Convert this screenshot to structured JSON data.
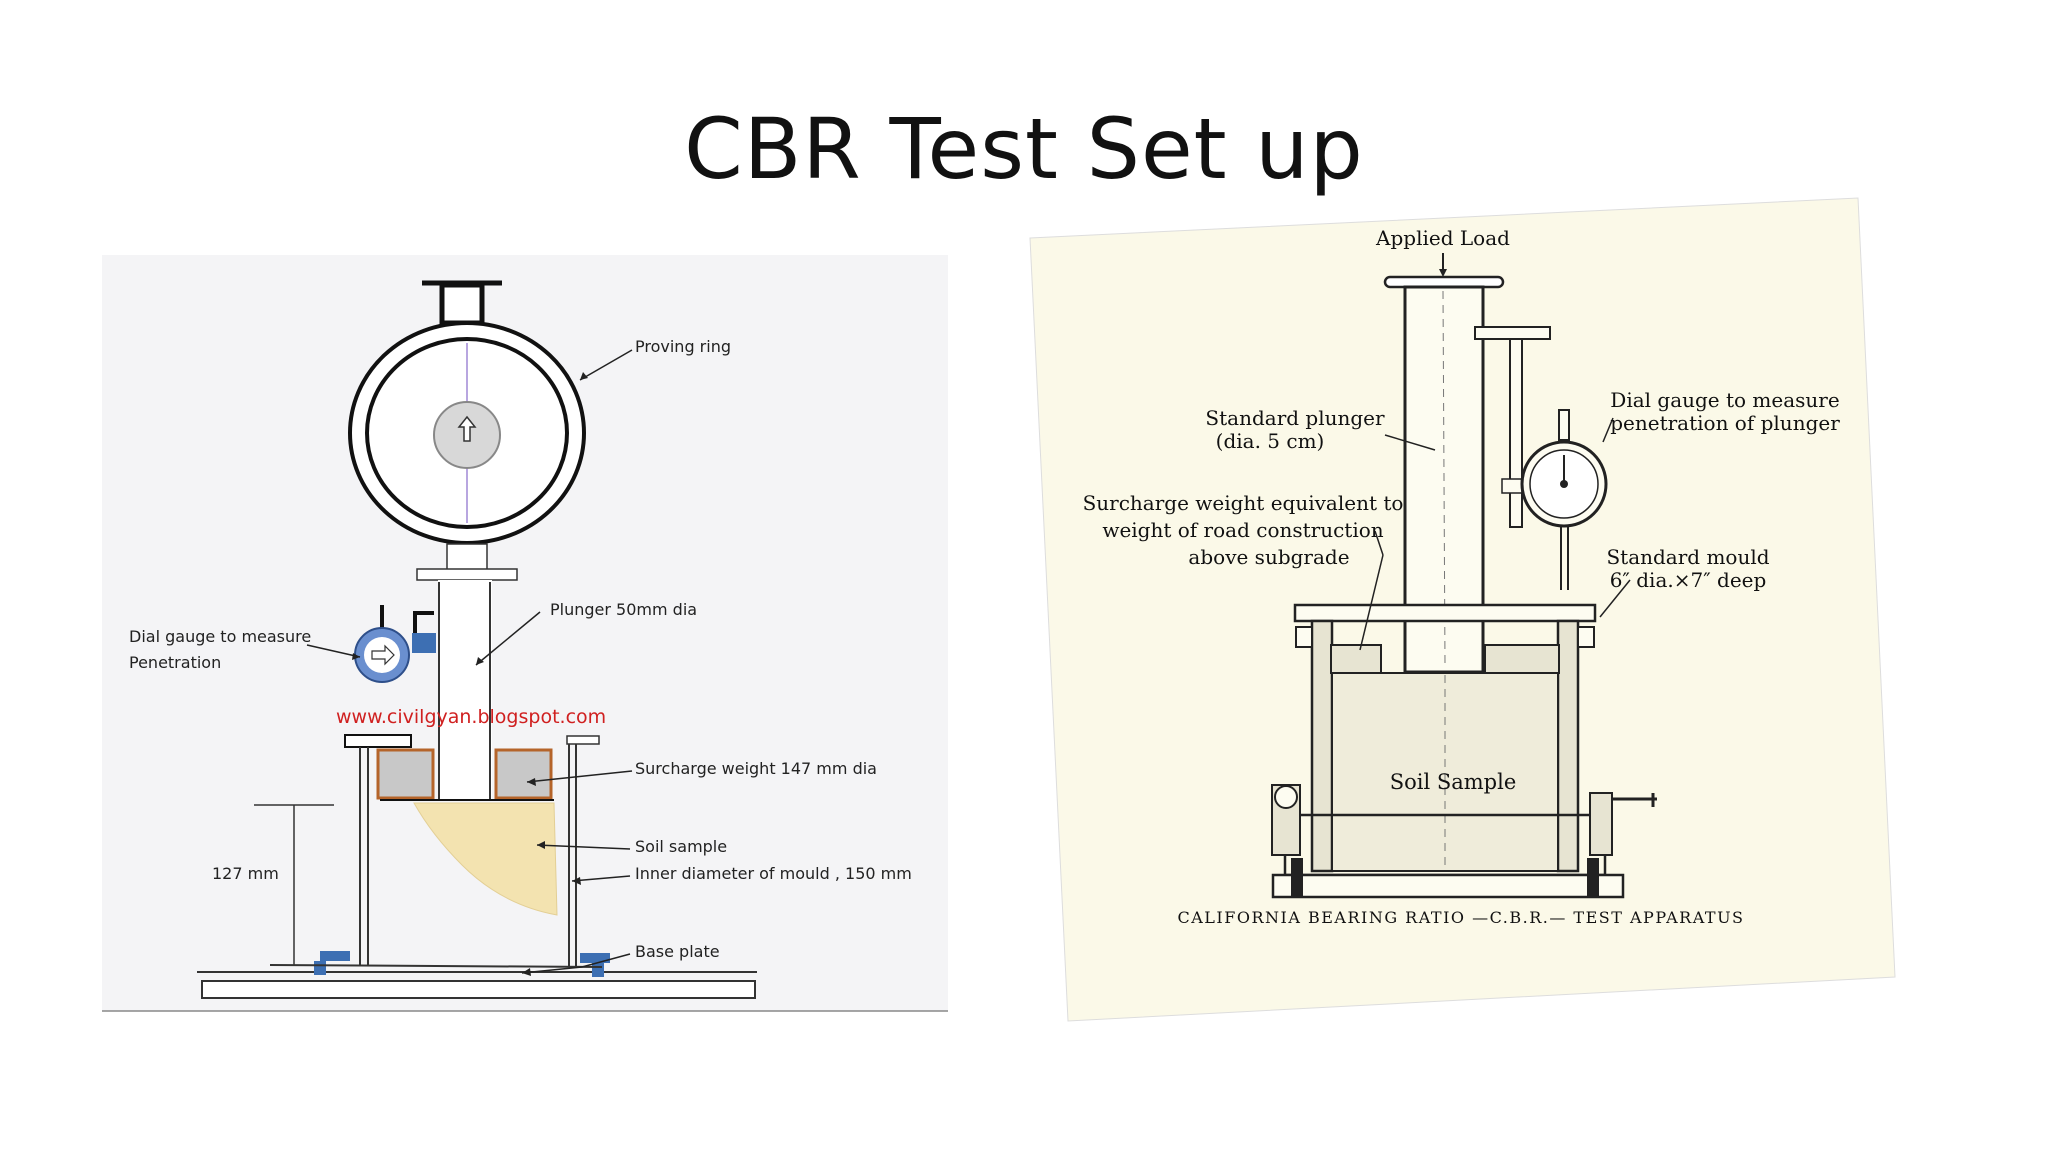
{
  "slide": {
    "title": "CBR Test Set up"
  },
  "left_diagram": {
    "labels": {
      "proving_ring": "Proving ring",
      "plunger": "Plunger 50mm dia",
      "dial_gauge_line1": "Dial gauge to measure",
      "dial_gauge_line2": "Penetration",
      "watermark": "www.civilgyan.blogspot.com",
      "surcharge": "Surcharge weight 147 mm dia",
      "soil_sample": "Soil sample",
      "inner_diameter": "Inner diameter of mould , 150 mm",
      "height": "127 mm",
      "base_plate": "Base plate"
    },
    "colors": {
      "soil": "#f3e3b0",
      "surcharge": "#c8c8c8",
      "surcharge_border": "#b5642a",
      "fittings": "#3d6fb3",
      "watermark": "#d02020"
    }
  },
  "right_diagram": {
    "labels": {
      "applied_load": "Applied Load",
      "plunger_line1": "Standard plunger",
      "plunger_line2": "(dia. 5 cm)",
      "dial_line1": "Dial gauge to measure",
      "dial_line2": "penetration of plunger",
      "surcharge_line1": "Surcharge weight equivalent to",
      "surcharge_line2": "weight of road construction",
      "surcharge_line3": "above subgrade",
      "mould_line1": "Standard mould",
      "mould_line2": "6″ dia.×7″ deep",
      "soil_sample": "Soil Sample",
      "caption": "CALIFORNIA  BEARING  RATIO —C.B.R.— TEST  APPARATUS"
    },
    "colors": {
      "paper": "#fbf9e8"
    }
  }
}
